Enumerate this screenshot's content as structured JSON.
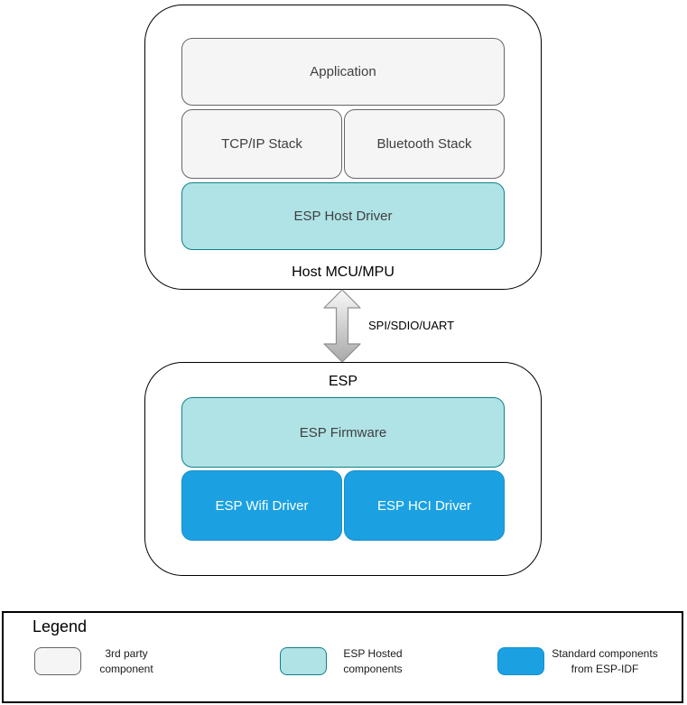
{
  "palette": {
    "third_party": {
      "fill": "#f5f5f5",
      "stroke": "#666666"
    },
    "hosted": {
      "fill": "#b0e3e6",
      "stroke": "#0e8088"
    },
    "idf": {
      "fill": "#1ba1e2",
      "stroke": "#178fc9"
    }
  },
  "host_section": {
    "label": "Host MCU/MPU",
    "application": "Application",
    "tcpip_stack": "TCP/IP Stack",
    "bluetooth_stack": "Bluetooth Stack",
    "esp_host_driver": "ESP Host Driver"
  },
  "interconnect": {
    "label": "SPI/SDIO/UART"
  },
  "esp_section": {
    "label": "ESP",
    "esp_firmware": "ESP Firmware",
    "esp_wifi_driver": "ESP Wifi Driver",
    "esp_hci_driver": "ESP HCI Driver"
  },
  "legend": {
    "title": "Legend",
    "items": [
      {
        "line1": "3rd party",
        "line2": "component",
        "fill": "#f5f5f5",
        "stroke": "#666666"
      },
      {
        "line1": "ESP Hosted",
        "line2": "components",
        "fill": "#b0e3e6",
        "stroke": "#0e8088"
      },
      {
        "line1": "Standard components",
        "line2": "from ESP-IDF",
        "fill": "#1ba1e2",
        "stroke": "#178fc9"
      }
    ]
  }
}
